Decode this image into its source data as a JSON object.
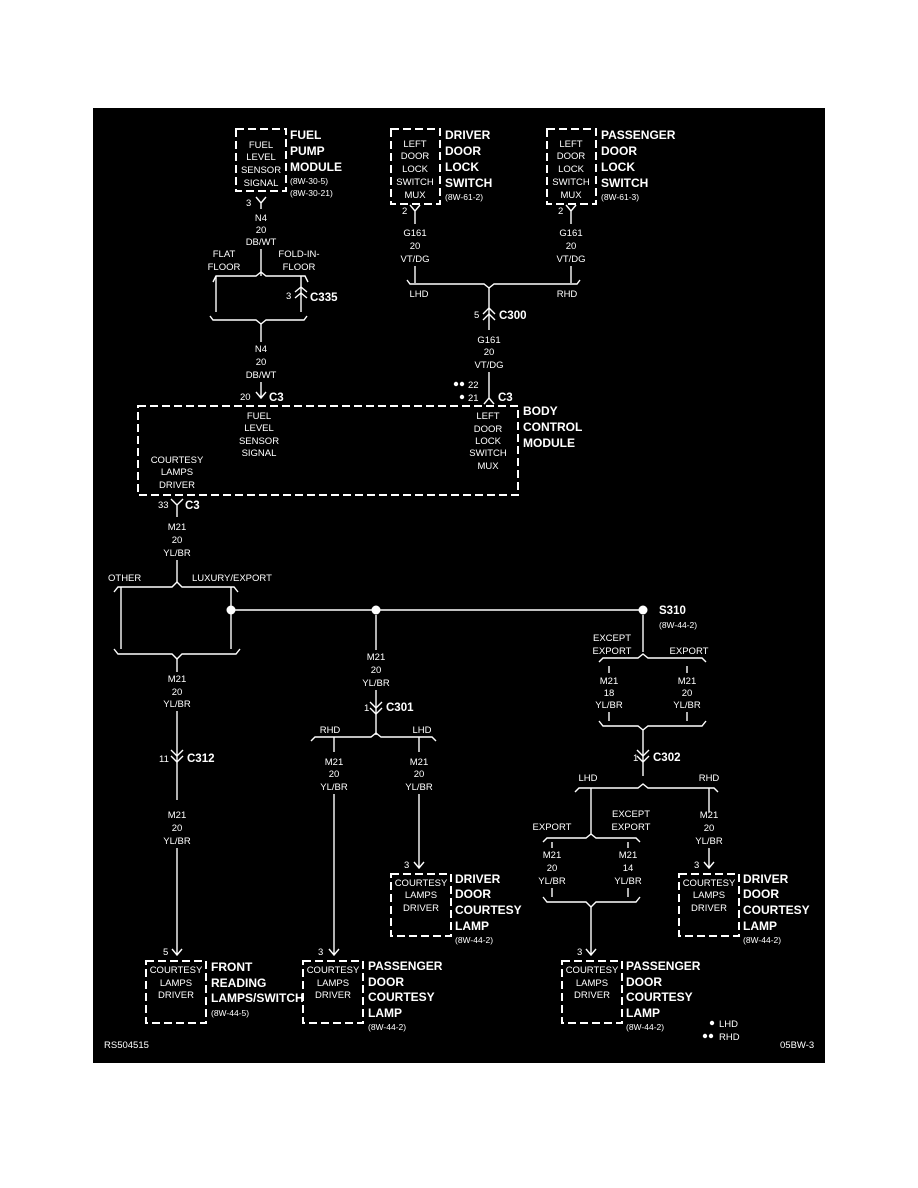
{
  "diagram_id": "RS504515",
  "page_code": "05BW-3",
  "legend": [
    {
      "symbol": "•",
      "label": "LHD"
    },
    {
      "symbol": "••",
      "label": "RHD"
    }
  ],
  "fuel_pump_module": {
    "title": [
      "FUEL",
      "PUMP",
      "MODULE"
    ],
    "refs": [
      "(8W-30-5)",
      "(8W-30-21)"
    ],
    "circuit": [
      "FUEL",
      "LEVEL",
      "SENSOR",
      "SIGNAL"
    ],
    "pin": "3"
  },
  "driver_door_lock_switch": {
    "title": [
      "DRIVER",
      "DOOR",
      "LOCK",
      "SWITCH"
    ],
    "refs": [
      "(8W-61-2)"
    ],
    "circuit": [
      "LEFT",
      "DOOR",
      "LOCK",
      "SWITCH",
      "MUX"
    ],
    "pin": "2"
  },
  "passenger_door_lock_switch": {
    "title": [
      "PASSENGER",
      "DOOR",
      "LOCK",
      "SWITCH"
    ],
    "refs": [
      "(8W-61-3)"
    ],
    "circuit": [
      "LEFT",
      "DOOR",
      "LOCK",
      "SWITCH",
      "MUX"
    ],
    "pin": "2"
  },
  "wires": {
    "n4_upper": [
      "N4",
      "20",
      "DB/WT"
    ],
    "n4_lower": [
      "N4",
      "20",
      "DB/WT"
    ],
    "g161_left": [
      "G161",
      "20",
      "VT/DG"
    ],
    "g161_right": [
      "G161",
      "20",
      "VT/DG"
    ],
    "g161_main": [
      "G161",
      "20",
      "VT/DG"
    ],
    "m21_bcm": [
      "M21",
      "20",
      "YL/BR"
    ],
    "m21_front_upper": [
      "M21",
      "20",
      "YL/BR"
    ],
    "m21_front_lower": [
      "M21",
      "20",
      "YL/BR"
    ],
    "m21_mid": [
      "M21",
      "20",
      "YL/BR"
    ],
    "m21_c301_rhd": [
      "M21",
      "20",
      "YL/BR"
    ],
    "m21_c301_lhd": [
      "M21",
      "20",
      "YL/BR"
    ],
    "m21_except_export": [
      "M21",
      "18",
      "YL/BR"
    ],
    "m21_export": [
      "M21",
      "20",
      "YL/BR"
    ],
    "m21_c302_export": [
      "M21",
      "20",
      "YL/BR"
    ],
    "m21_c302_except": [
      "M21",
      "14",
      "YL/BR"
    ],
    "m21_c302_rhd": [
      "M21",
      "20",
      "YL/BR"
    ]
  },
  "options": {
    "flat_floor": [
      "FLAT",
      "FLOOR"
    ],
    "fold_in_floor": [
      "FOLD-IN-",
      "FLOOR"
    ],
    "lhd": "LHD",
    "rhd": "RHD",
    "other": "OTHER",
    "luxury_export": "LUXURY/EXPORT",
    "except_export": [
      "EXCEPT",
      "EXPORT"
    ],
    "export": "EXPORT"
  },
  "connectors": {
    "c335": {
      "name": "C335",
      "pin": "3"
    },
    "c300": {
      "name": "C300",
      "pin": "5"
    },
    "c3_top_left": {
      "name": "C3",
      "pin": "20"
    },
    "c3_top_right": {
      "name": "C3",
      "pin_rhd": "22",
      "pin_lhd": "21"
    },
    "c3_bottom": {
      "name": "C3",
      "pin": "33"
    },
    "c301": {
      "name": "C301",
      "pin": "1"
    },
    "c312": {
      "name": "C312",
      "pin": "11"
    },
    "c302": {
      "name": "C302",
      "pin": "1"
    },
    "s310": {
      "name": "S310",
      "ref": "(8W-44-2)"
    }
  },
  "bcm": {
    "title": [
      "BODY",
      "CONTROL",
      "MODULE"
    ],
    "fuel_circuit": [
      "FUEL",
      "LEVEL",
      "SENSOR",
      "SIGNAL"
    ],
    "door_circuit": [
      "LEFT",
      "DOOR",
      "LOCK",
      "SWITCH",
      "MUX"
    ],
    "courtesy_circuit": [
      "COURTESY",
      "LAMPS",
      "DRIVER"
    ]
  },
  "lamps": {
    "front_reading": {
      "title": [
        "FRONT",
        "READING",
        "LAMPS/SWITCH"
      ],
      "ref": "(8W-44-5)",
      "circuit": [
        "COURTESY",
        "LAMPS",
        "DRIVER"
      ],
      "pin": "5"
    },
    "passenger_courtesy_c301": {
      "title": [
        "PASSENGER",
        "DOOR",
        "COURTESY",
        "LAMP"
      ],
      "ref": "(8W-44-2)",
      "circuit": [
        "COURTESY",
        "LAMPS",
        "DRIVER"
      ],
      "pin": "3"
    },
    "driver_courtesy_c301": {
      "title": [
        "DRIVER",
        "DOOR",
        "COURTESY",
        "LAMP"
      ],
      "ref": "(8W-44-2)",
      "circuit": [
        "COURTESY",
        "LAMPS",
        "DRIVER"
      ],
      "pin": "3"
    },
    "passenger_courtesy_c302": {
      "title": [
        "PASSENGER",
        "DOOR",
        "COURTESY",
        "LAMP"
      ],
      "ref": "(8W-44-2)",
      "circuit": [
        "COURTESY",
        "LAMPS",
        "DRIVER"
      ],
      "pin": "3"
    },
    "driver_courtesy_c302": {
      "title": [
        "DRIVER",
        "DOOR",
        "COURTESY",
        "LAMP"
      ],
      "ref": "(8W-44-2)",
      "circuit": [
        "COURTESY",
        "LAMPS",
        "DRIVER"
      ],
      "pin": "3"
    }
  }
}
